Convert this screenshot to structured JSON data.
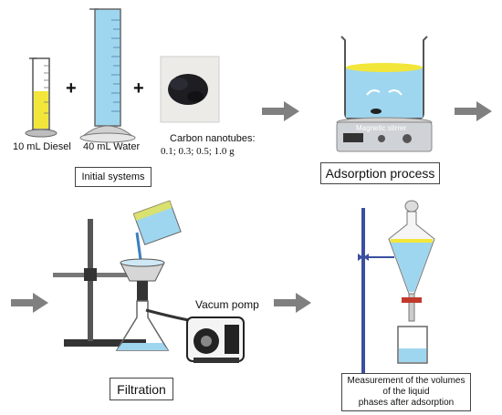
{
  "labels": {
    "diesel": "10 mL Diesel",
    "water": "40 mL Water",
    "cnt_title": "Carbon nanotubes:",
    "cnt_values": "0.1; 0.3; 0.5; 1.0 g",
    "magnetic": "Magnetic stirrer",
    "vacuum": "Vacum pomp",
    "plus": "+"
  },
  "boxes": {
    "initial": "Initial systems",
    "adsorption": "Adsorption process",
    "filtration": "Filtration",
    "measurement_l1": "Measurement of the volumes",
    "measurement_l2": "of the liquid",
    "measurement_l3": "phases after adsorption"
  },
  "colors": {
    "diesel": "#f2e63a",
    "water": "#9fd6ef",
    "arrow": "#808080",
    "stand": "#3a4fa0"
  },
  "icons": [
    "right-arrow-icon",
    "graduated-cylinder-icon",
    "beaker-icon",
    "funnel-icon",
    "vacuum-pump-icon",
    "separatory-funnel-icon"
  ]
}
